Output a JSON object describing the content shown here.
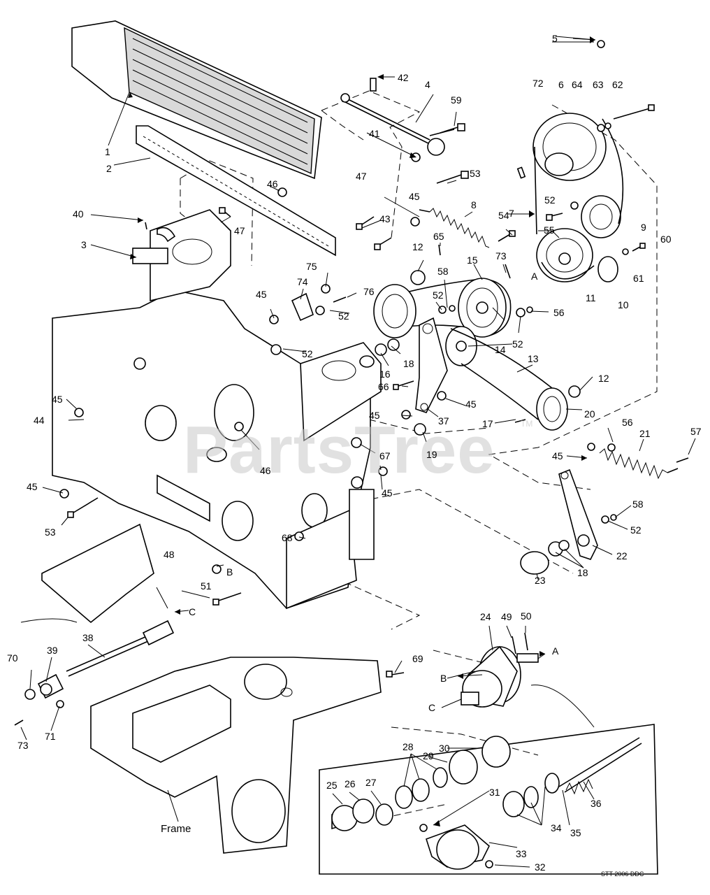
{
  "labels": {
    "p1": "1",
    "p2": "2",
    "p3": "3",
    "p4": "4",
    "p5": "5",
    "p6": "6",
    "p7": "7",
    "p8": "8",
    "p9": "9",
    "p10": "10",
    "p11": "11",
    "p12a": "12",
    "p12b": "12",
    "p13": "13",
    "p14": "14",
    "p15": "15",
    "p16": "16",
    "p17": "17",
    "p18a": "18",
    "p18b": "18",
    "p19": "19",
    "p20": "20",
    "p21": "21",
    "p22": "22",
    "p23": "23",
    "p24": "24",
    "p25": "25",
    "p26": "26",
    "p27": "27",
    "p28": "28",
    "p29": "29",
    "p30": "30",
    "p31": "31",
    "p32": "32",
    "p33": "33",
    "p34": "34",
    "p35": "35",
    "p36": "36",
    "p37": "37",
    "p38": "38",
    "p39": "39",
    "p40": "40",
    "p41": "41",
    "p42": "42",
    "p43": "43",
    "p44": "44",
    "p45a": "45",
    "p45b": "45",
    "p45c": "45",
    "p45d": "45",
    "p45e": "45",
    "p45f": "45",
    "p45g": "45",
    "p45h": "45",
    "p46a": "46",
    "p46b": "46",
    "p47a": "47",
    "p47b": "47",
    "p48": "48",
    "p49": "49",
    "p50": "50",
    "p51": "51",
    "p52a": "52",
    "p52b": "52",
    "p52c": "52",
    "p52d": "52",
    "p52e": "52",
    "p52f": "52",
    "p53a": "53",
    "p53b": "53",
    "p54": "54",
    "p55": "55",
    "p56a": "56",
    "p56b": "56",
    "p57": "57",
    "p58a": "58",
    "p58b": "58",
    "p59": "59",
    "p60": "60",
    "p61": "61",
    "p62": "62",
    "p63": "63",
    "p64": "64",
    "p65": "65",
    "p66": "66",
    "p67": "67",
    "p68": "68",
    "p69": "69",
    "p70": "70",
    "p71": "71",
    "p72": "72",
    "p73a": "73",
    "p73b": "73",
    "p74": "74",
    "p75": "75",
    "p76": "76",
    "refA1": "A",
    "refA2": "A",
    "refB1": "B",
    "refB2": "B",
    "refC1": "C",
    "refC2": "C",
    "frame": "Frame"
  },
  "watermark": {
    "text": "PartsTree",
    "trademark": "TM"
  },
  "drawing_code": "STT 2006 DDC",
  "colors": {
    "line": "#000000",
    "watermark": "#c8c8c8",
    "background": "#ffffff"
  }
}
